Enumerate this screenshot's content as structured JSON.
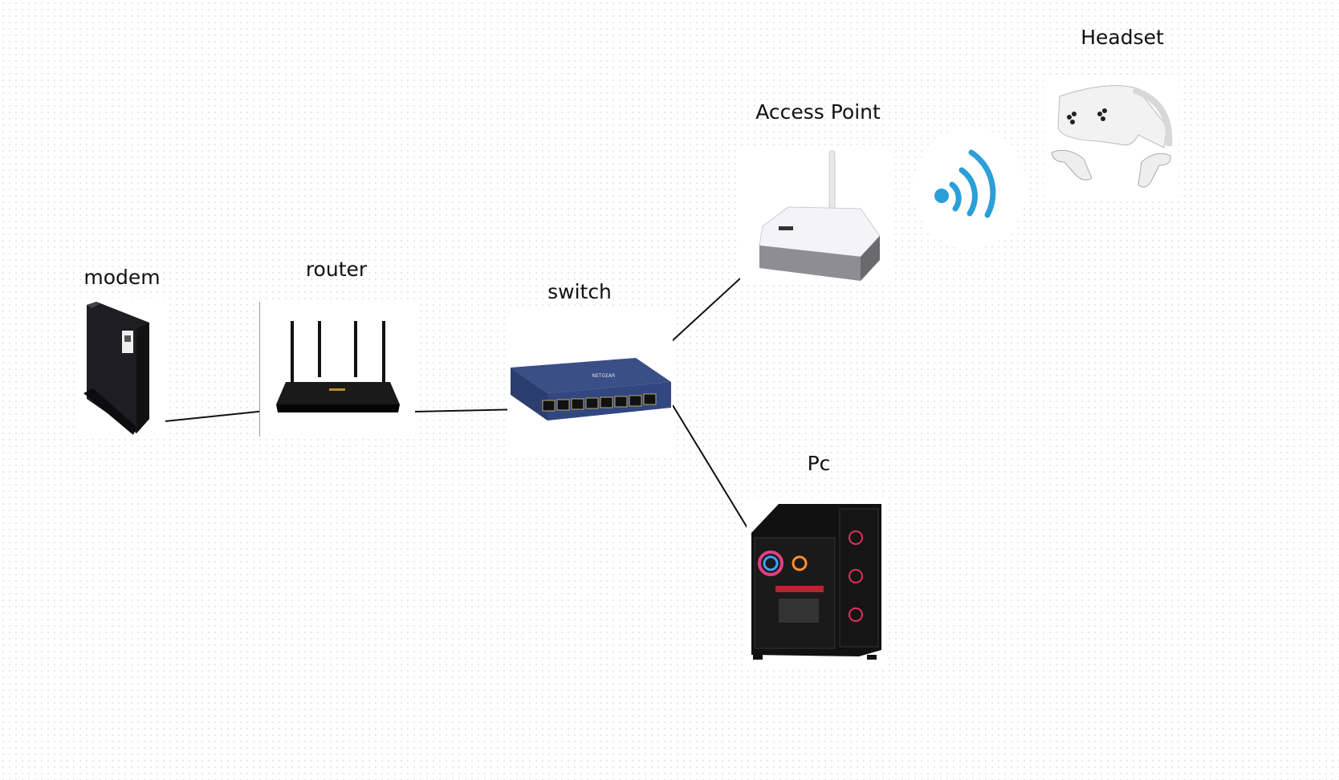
{
  "diagram": {
    "nodes": [
      {
        "id": "modem",
        "label": "modem",
        "icon": "cable-modem-icon"
      },
      {
        "id": "router",
        "label": "router",
        "icon": "wireless-router-icon"
      },
      {
        "id": "switch",
        "label": "switch",
        "icon": "network-switch-icon",
        "brand": "NETGEAR"
      },
      {
        "id": "access_point",
        "label": "Access Point",
        "icon": "access-point-icon"
      },
      {
        "id": "headset",
        "label": "Headset",
        "icon": "vr-headset-icon"
      },
      {
        "id": "pc",
        "label": "Pc",
        "icon": "desktop-pc-icon"
      }
    ],
    "wireless_icon": "wifi-signal-icon",
    "wireless_color": "#2a9fd8",
    "edges": [
      {
        "from": "modem",
        "to": "router"
      },
      {
        "from": "router",
        "to": "switch"
      },
      {
        "from": "switch",
        "to": "access_point"
      },
      {
        "from": "switch",
        "to": "pc"
      },
      {
        "from": "access_point",
        "to": "headset",
        "type": "wireless"
      }
    ]
  }
}
